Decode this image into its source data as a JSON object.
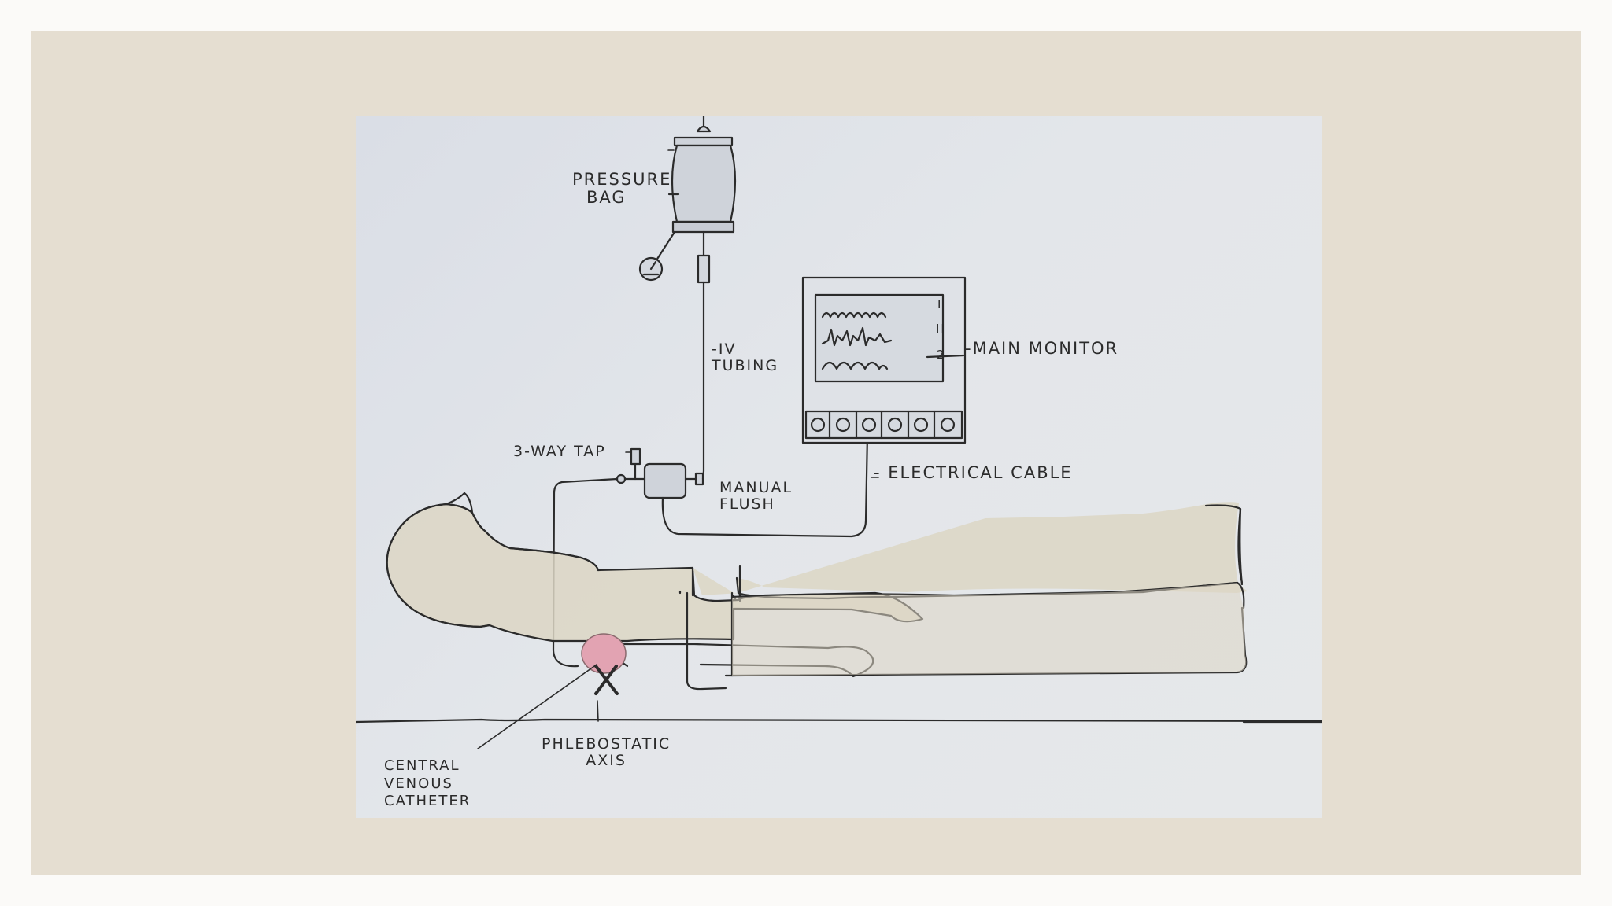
{
  "labels": {
    "pressure_bag": [
      "PRESSURE",
      "BAG"
    ],
    "iv_tubing": [
      "-IV",
      "TUBING"
    ],
    "main_monitor": "-MAIN MONITOR",
    "monitor_channels": [
      "I",
      "II",
      "2"
    ],
    "three_way_tap": "3-WAY TAP",
    "manual_flush": [
      "MANUAL",
      "FLUSH"
    ],
    "electrical_cable": "- ELECTRICAL CABLE",
    "phlebostatic_axis": [
      "PHLEBOSTATIC",
      "AXIS"
    ],
    "central_venous_catheter": [
      "CENTRAL",
      "VENOUS",
      "CATHETER"
    ]
  },
  "colors": {
    "background_frame": "#e5ded1",
    "paper": "#e3e6ea",
    "ink": "#2b2b2b",
    "body_wash": "#dcd6c4",
    "heart": "#e2a3b2"
  }
}
